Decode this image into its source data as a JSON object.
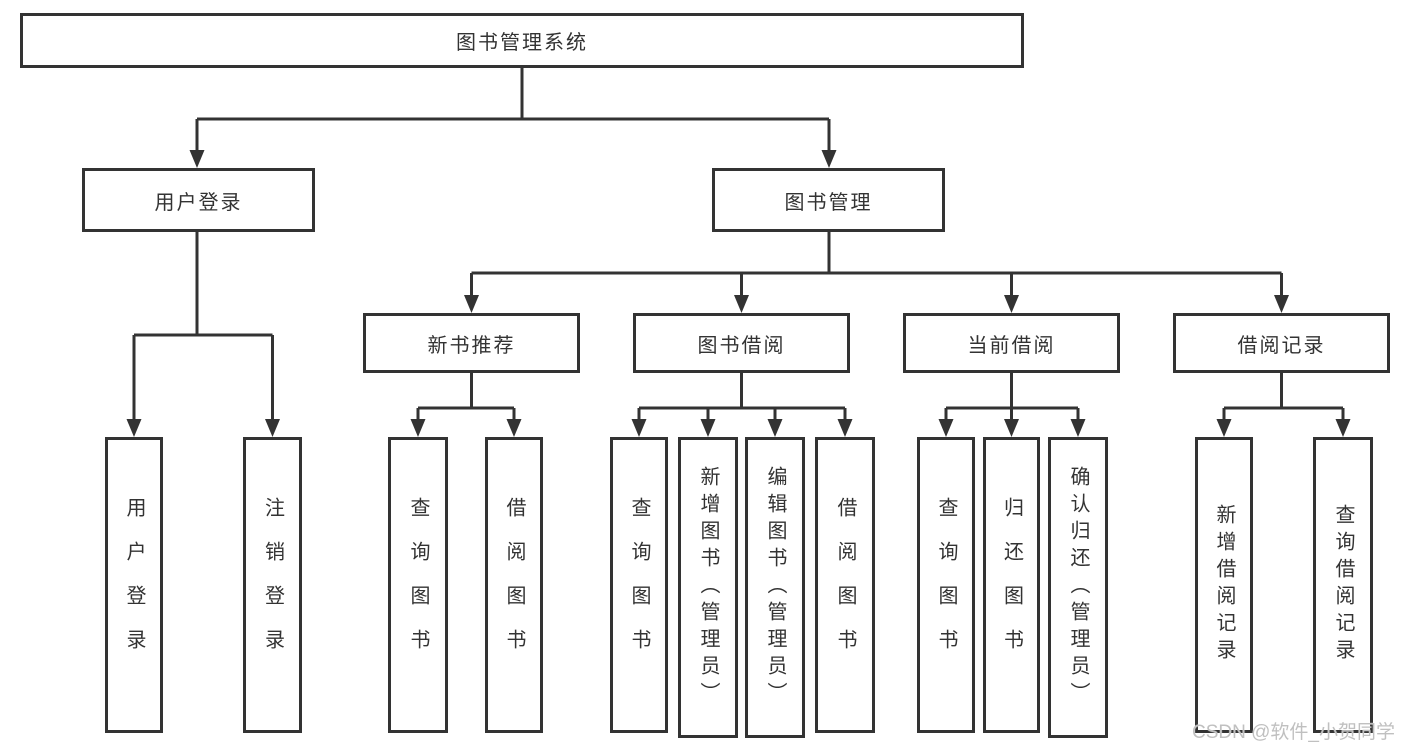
{
  "diagram": {
    "root": "图书管理系统",
    "branches": {
      "userLogin": "用户登录",
      "bookMgmt": "图书管理"
    },
    "userChildren": [
      "用户登录",
      "注销登录"
    ],
    "groups": [
      {
        "label": "新书推荐",
        "children": [
          "查询图书",
          "借阅图书"
        ]
      },
      {
        "label": "图书借阅",
        "children": [
          "查询图书",
          "新增图书（管理员）",
          "编辑图书（管理员）",
          "借阅图书"
        ]
      },
      {
        "label": "当前借阅",
        "children": [
          "查询图书",
          "归还图书",
          "确认归还（管理员）"
        ]
      },
      {
        "label": "借阅记录",
        "children": [
          "新增借阅记录",
          "查询借阅记录"
        ]
      }
    ],
    "colors": {
      "line": "#333333",
      "boxBorder": "#333333",
      "text": "#333333",
      "watermark": "#c0c0c0"
    },
    "watermark": "CSDN @软件_小贺同学"
  }
}
